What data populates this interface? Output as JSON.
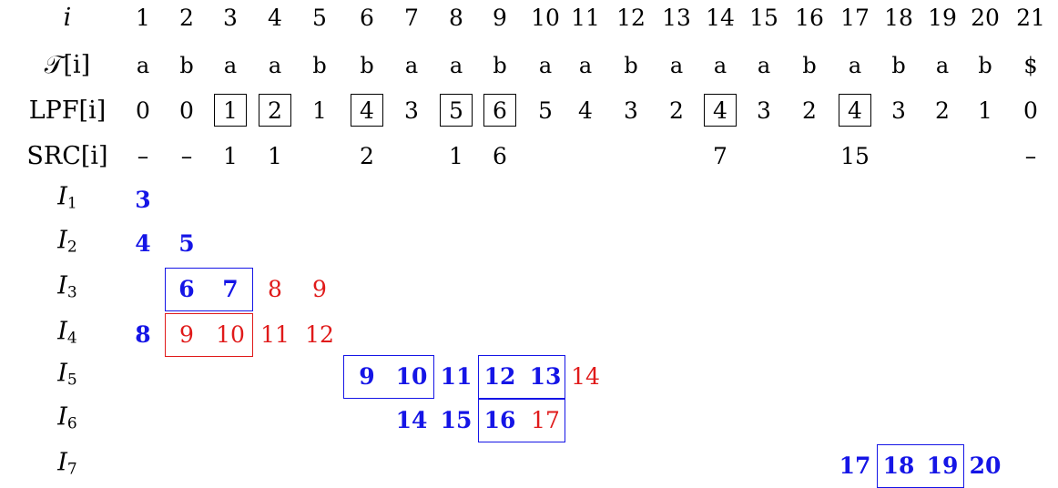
{
  "rows": [
    {
      "label": "i",
      "label_sub": "",
      "kind": "header",
      "cells": [
        {
          "col": 1,
          "text": "1"
        },
        {
          "col": 2,
          "text": "2"
        },
        {
          "col": 3,
          "text": "3"
        },
        {
          "col": 4,
          "text": "4"
        },
        {
          "col": 5,
          "text": "5"
        },
        {
          "col": 6,
          "text": "6"
        },
        {
          "col": 7,
          "text": "7"
        },
        {
          "col": 8,
          "text": "8"
        },
        {
          "col": 9,
          "text": "9"
        },
        {
          "col": 10,
          "text": "10"
        },
        {
          "col": 11,
          "text": "11"
        },
        {
          "col": 12,
          "text": "12"
        },
        {
          "col": 13,
          "text": "13"
        },
        {
          "col": 14,
          "text": "14"
        },
        {
          "col": 15,
          "text": "15"
        },
        {
          "col": 16,
          "text": "16"
        },
        {
          "col": 17,
          "text": "17"
        },
        {
          "col": 18,
          "text": "18"
        },
        {
          "col": 19,
          "text": "19"
        },
        {
          "col": 20,
          "text": "20"
        },
        {
          "col": 21,
          "text": "21"
        }
      ]
    },
    {
      "label": "𝒯[i]",
      "label_sub": "",
      "kind": "text",
      "cells": [
        {
          "col": 1,
          "text": "a"
        },
        {
          "col": 2,
          "text": "b"
        },
        {
          "col": 3,
          "text": "a"
        },
        {
          "col": 4,
          "text": "a"
        },
        {
          "col": 5,
          "text": "b"
        },
        {
          "col": 6,
          "text": "b"
        },
        {
          "col": 7,
          "text": "a"
        },
        {
          "col": 8,
          "text": "a"
        },
        {
          "col": 9,
          "text": "b"
        },
        {
          "col": 10,
          "text": "a"
        },
        {
          "col": 11,
          "text": "a"
        },
        {
          "col": 12,
          "text": "b"
        },
        {
          "col": 13,
          "text": "a"
        },
        {
          "col": 14,
          "text": "a"
        },
        {
          "col": 15,
          "text": "a"
        },
        {
          "col": 16,
          "text": "b"
        },
        {
          "col": 17,
          "text": "a"
        },
        {
          "col": 18,
          "text": "b"
        },
        {
          "col": 19,
          "text": "a"
        },
        {
          "col": 20,
          "text": "b"
        },
        {
          "col": 21,
          "text": "$"
        }
      ]
    },
    {
      "label": "LPF[i]",
      "label_sub": "",
      "kind": "lpf",
      "cells": [
        {
          "col": 1,
          "text": "0"
        },
        {
          "col": 2,
          "text": "0"
        },
        {
          "col": 3,
          "text": "1",
          "boxed": true
        },
        {
          "col": 4,
          "text": "2",
          "boxed": true
        },
        {
          "col": 5,
          "text": "1"
        },
        {
          "col": 6,
          "text": "4",
          "boxed": true
        },
        {
          "col": 7,
          "text": "3"
        },
        {
          "col": 8,
          "text": "5",
          "boxed": true
        },
        {
          "col": 9,
          "text": "6",
          "boxed": true
        },
        {
          "col": 10,
          "text": "5"
        },
        {
          "col": 11,
          "text": "4"
        },
        {
          "col": 12,
          "text": "3"
        },
        {
          "col": 13,
          "text": "2"
        },
        {
          "col": 14,
          "text": "4",
          "boxed": true
        },
        {
          "col": 15,
          "text": "3"
        },
        {
          "col": 16,
          "text": "2"
        },
        {
          "col": 17,
          "text": "4",
          "boxed": true
        },
        {
          "col": 18,
          "text": "3"
        },
        {
          "col": 19,
          "text": "2"
        },
        {
          "col": 20,
          "text": "1"
        },
        {
          "col": 21,
          "text": "0"
        }
      ]
    },
    {
      "label": "SRC[i]",
      "label_sub": "",
      "kind": "src",
      "cells": [
        {
          "col": 1,
          "text": "–"
        },
        {
          "col": 2,
          "text": "–"
        },
        {
          "col": 3,
          "text": "1"
        },
        {
          "col": 4,
          "text": "1"
        },
        {
          "col": 6,
          "text": "2"
        },
        {
          "col": 8,
          "text": "1"
        },
        {
          "col": 9,
          "text": "6"
        },
        {
          "col": 14,
          "text": "7"
        },
        {
          "col": 17,
          "text": "15"
        },
        {
          "col": 21,
          "text": "–"
        }
      ]
    },
    {
      "label": "I",
      "label_sub": "1",
      "kind": "interval",
      "cells": [
        {
          "col": 1,
          "text": "3",
          "color": "blue"
        }
      ]
    },
    {
      "label": "I",
      "label_sub": "2",
      "kind": "interval",
      "cells": [
        {
          "col": 1,
          "text": "4",
          "color": "blue"
        },
        {
          "col": 2,
          "text": "5",
          "color": "blue"
        }
      ]
    },
    {
      "label": "I",
      "label_sub": "3",
      "kind": "interval",
      "cells": [
        {
          "col": 2,
          "text": "6",
          "color": "blue"
        },
        {
          "col": 3,
          "text": "7",
          "color": "blue"
        },
        {
          "col": 4,
          "text": "8",
          "color": "red"
        },
        {
          "col": 5,
          "text": "9",
          "color": "red"
        }
      ]
    },
    {
      "label": "I",
      "label_sub": "4",
      "kind": "interval",
      "cells": [
        {
          "col": 1,
          "text": "8",
          "color": "blue"
        },
        {
          "col": 2,
          "text": "9",
          "color": "red"
        },
        {
          "col": 3,
          "text": "10",
          "color": "red"
        },
        {
          "col": 4,
          "text": "11",
          "color": "red"
        },
        {
          "col": 5,
          "text": "12",
          "color": "red"
        }
      ]
    },
    {
      "label": "I",
      "label_sub": "5",
      "kind": "interval",
      "cells": [
        {
          "col": 6,
          "text": "9",
          "color": "blue"
        },
        {
          "col": 7,
          "text": "10",
          "color": "blue"
        },
        {
          "col": 8,
          "text": "11",
          "color": "blue"
        },
        {
          "col": 9,
          "text": "12",
          "color": "blue"
        },
        {
          "col": 10,
          "text": "13",
          "color": "blue"
        },
        {
          "col": 11,
          "text": "14",
          "color": "red"
        }
      ]
    },
    {
      "label": "I",
      "label_sub": "6",
      "kind": "interval",
      "cells": [
        {
          "col": 7,
          "text": "14",
          "color": "blue"
        },
        {
          "col": 8,
          "text": "15",
          "color": "blue"
        },
        {
          "col": 9,
          "text": "16",
          "color": "blue"
        },
        {
          "col": 10,
          "text": "17",
          "color": "red"
        }
      ]
    },
    {
      "label": "I",
      "label_sub": "7",
      "kind": "interval",
      "cells": [
        {
          "col": 17,
          "text": "17",
          "color": "blue"
        },
        {
          "col": 18,
          "text": "18",
          "color": "blue"
        },
        {
          "col": 19,
          "text": "19",
          "color": "blue"
        },
        {
          "col": 20,
          "text": "20",
          "color": "blue"
        }
      ]
    }
  ],
  "interval_boxes": [
    {
      "row": "I3",
      "from_col": 2,
      "to_col": 3,
      "color": "blue"
    },
    {
      "row": "I4",
      "from_col": 2,
      "to_col": 3,
      "color": "red"
    },
    {
      "row": "I5",
      "from_col": 6,
      "to_col": 7,
      "color": "blue"
    },
    {
      "row": "I5",
      "from_col": 9,
      "to_col": 10,
      "color": "blue"
    },
    {
      "row": "I6",
      "from_col": 9,
      "to_col": 10,
      "color": "blue"
    },
    {
      "row": "I7",
      "from_col": 18,
      "to_col": 19,
      "color": "blue"
    }
  ],
  "colors": {
    "blue": "#1515e6",
    "red": "#e01a1a",
    "black": "#000000"
  }
}
